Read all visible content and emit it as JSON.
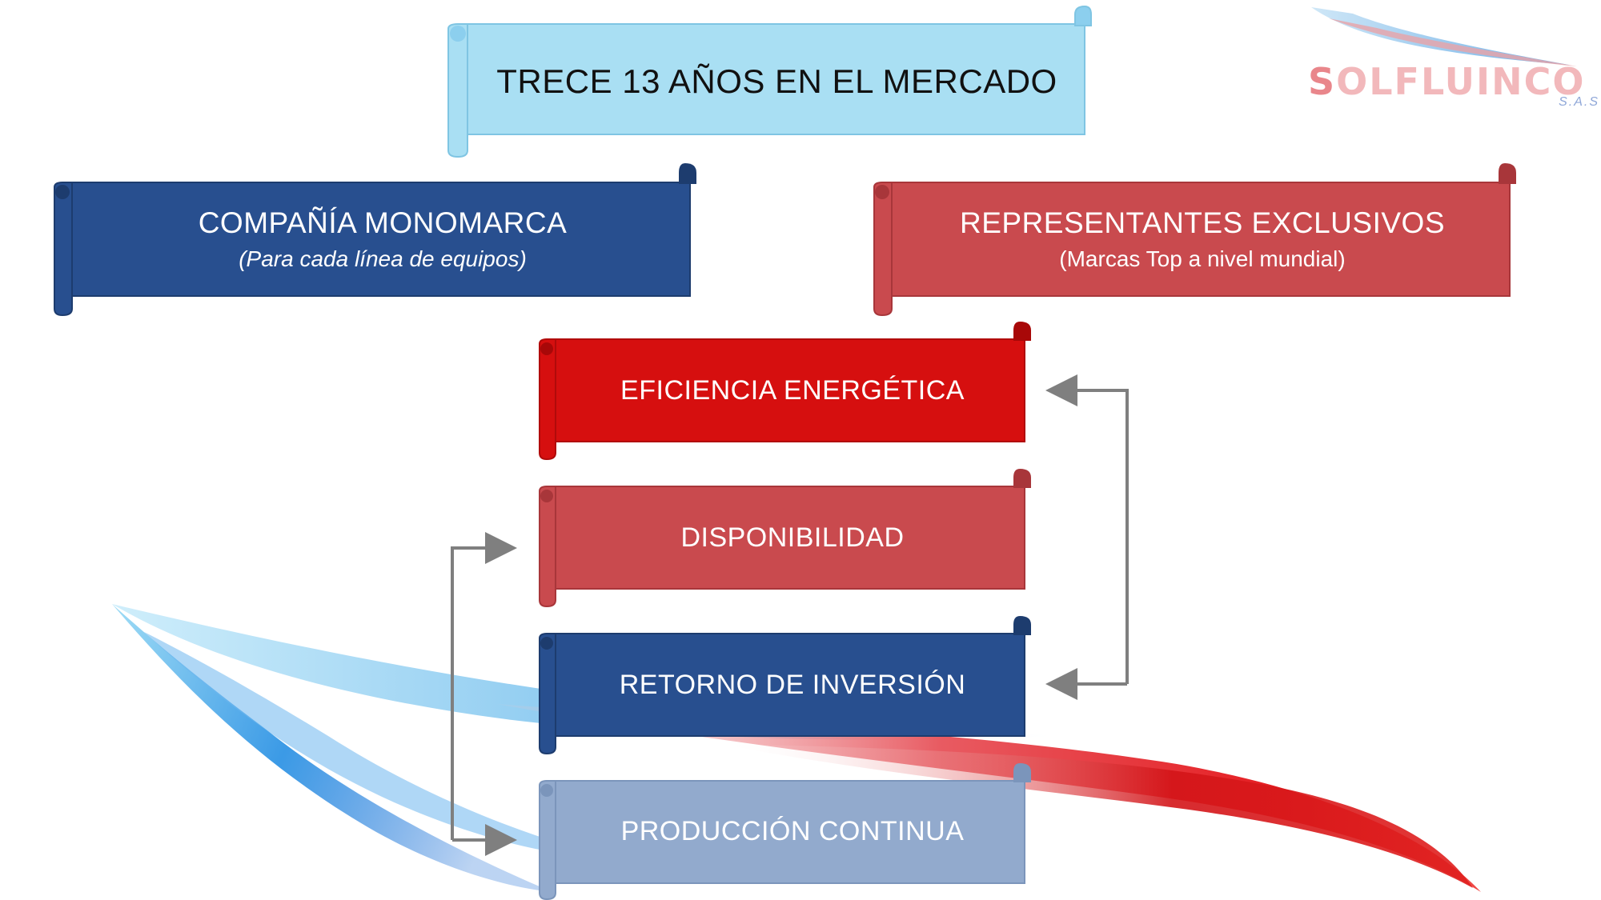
{
  "logo": {
    "text_initial": "S",
    "text_rest": "OLFLUINCO",
    "suffix": "S.A.S"
  },
  "header": {
    "title": "TRECE 13 AÑOS EN EL MERCADO"
  },
  "left_box": {
    "title": "COMPAÑÍA MONOMARCA",
    "subtitle": "(Para cada línea de equipos)"
  },
  "right_box": {
    "title": "REPRESENTANTES EXCLUSIVOS",
    "subtitle": "(Marcas Top a nivel mundial)"
  },
  "stack": [
    {
      "label": "EFICIENCIA ENERGÉTICA",
      "color": "#d60f0f"
    },
    {
      "label": "DISPONIBILIDAD",
      "color": "#c94a4e"
    },
    {
      "label": "RETORNO DE INVERSIÓN",
      "color": "#284f8f"
    },
    {
      "label": "PRODUCCIÓN CONTINUA",
      "color": "#92aacd"
    }
  ],
  "colors": {
    "header_bg": "#a9dff3",
    "left_bg": "#284f8f",
    "right_bg": "#c94a4e",
    "arrow": "#7f7f7f"
  }
}
